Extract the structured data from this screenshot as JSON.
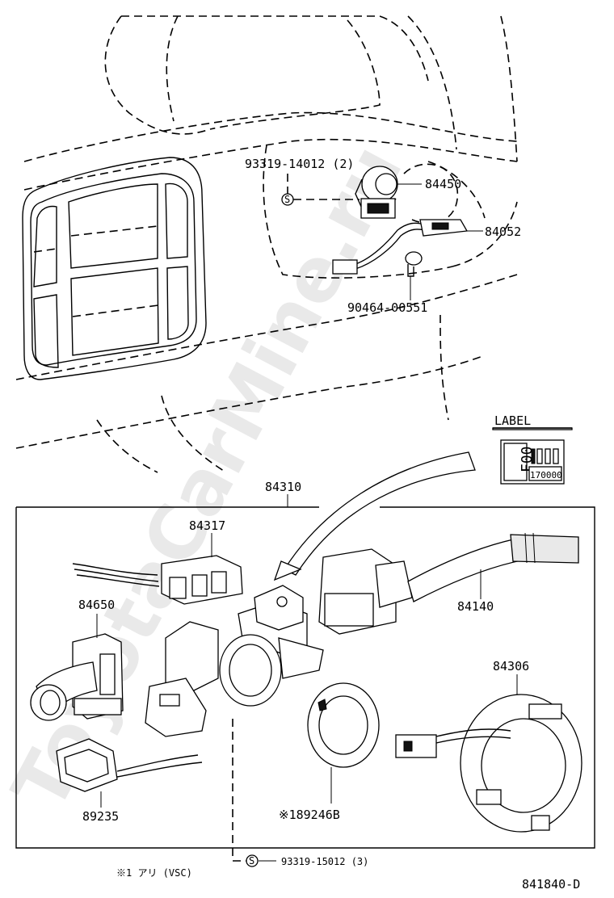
{
  "watermark": "ToyotaCarMine.ru",
  "part_labels": {
    "p93319_14012": "93319-14012 (2)",
    "p84450": "84450",
    "p84052": "84052",
    "p90464": "90464-00551",
    "p84310": "84310",
    "p84317": "84317",
    "p84650": "84650",
    "p84140": "84140",
    "p84306": "84306",
    "p89235": "89235",
    "p89246B": "※189246B",
    "p93319_15012": "93319-15012 (3)"
  },
  "screw_symbol": "S",
  "label_box": {
    "title": "LABEL",
    "side_text": "F00",
    "bottom_text": "170000"
  },
  "footnote": "※1 アリ (VSC)",
  "drawing_number": "841840-D"
}
